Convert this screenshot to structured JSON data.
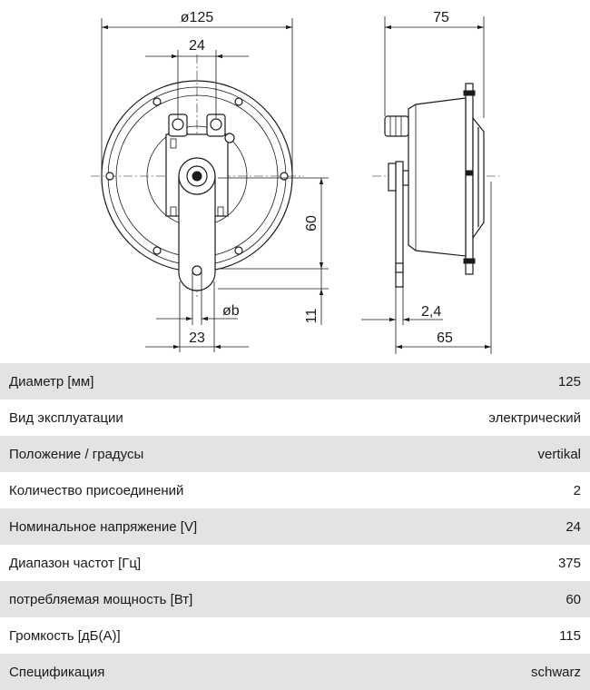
{
  "drawing": {
    "dim_diameter": "ø125",
    "dim_24": "24",
    "dim_75": "75",
    "dim_60": "60",
    "dim_11": "11",
    "dim_b": "øb",
    "dim_23": "23",
    "dim_2_4": "2,4",
    "dim_65": "65"
  },
  "specs": [
    {
      "label": "Диаметр [мм]",
      "value": "125"
    },
    {
      "label": "Вид эксплуатации",
      "value": "электрический"
    },
    {
      "label": "Положение / градусы",
      "value": "vertikal"
    },
    {
      "label": "Количество присоединений",
      "value": "2"
    },
    {
      "label": "Номинальное напряжение [V]",
      "value": "24"
    },
    {
      "label": "Диапазон частот [Гц]",
      "value": "375"
    },
    {
      "label": "потребляемая мощность [Вт]",
      "value": "60"
    },
    {
      "label": "Громкость [дБ(А)]",
      "value": "115"
    },
    {
      "label": "Спецификация",
      "value": "schwarz"
    }
  ]
}
